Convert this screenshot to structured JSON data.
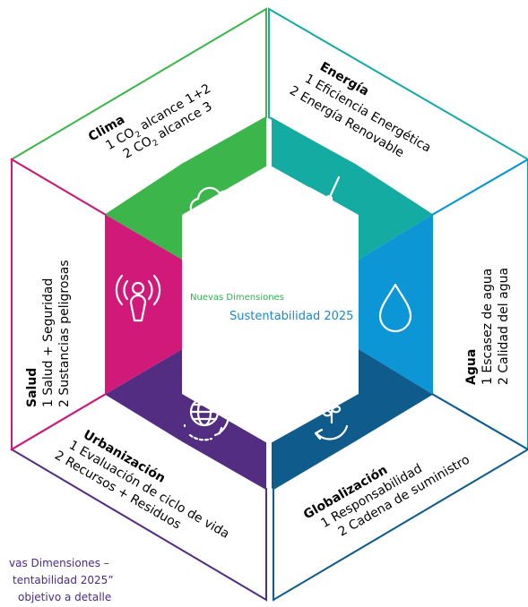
{
  "center": {
    "line1": "Nuevas Dimensiones",
    "line2": "Sustentabilidad 2025",
    "line1_color": "#2fb14a",
    "line2_color": "#1a88c9"
  },
  "segments": {
    "clima": {
      "title": "Clima",
      "item1_num": "1",
      "item1_pre": "CO",
      "item1_sub": "2",
      "item1_post": " alcance 1+2",
      "item2_num": "2",
      "item2_pre": "CO",
      "item2_sub": "2",
      "item2_post": " alcance 3",
      "icon": "co2-cloud-icon",
      "icon_label": "CO₂",
      "color": "#3cb54a",
      "outline": "#3cb54a"
    },
    "energia": {
      "title": "Energía",
      "item1": "1 Eficiencia Energética",
      "item2": "2 Energía Renovable",
      "icon": "wind-turbine-icon",
      "color": "#14aba3",
      "outline": "#14aba3"
    },
    "agua": {
      "title": "Agua",
      "item1": "1 Escasez de agua",
      "item2": "2 Calidad del agua",
      "icon": "water-drop-icon",
      "color": "#0c96d5",
      "outline": "#0c96d5"
    },
    "globalizacion": {
      "title": "Globalización",
      "item1": "1 Responsabilidad",
      "item2": "2 Cadena de suministro",
      "icon": "plant-cycle-icon",
      "color": "#0e5b8c",
      "outline": "#0e5b8c"
    },
    "urbanizacion": {
      "title": "Urbanización",
      "item1": "1 Evaluación de ciclo de vida",
      "item2": "2 Recursos + Residuos",
      "icon": "globe-cycle-icon",
      "color": "#522d82",
      "outline": "#522d82"
    },
    "salud": {
      "title": "Salud",
      "item1": "1 Salud + Seguridad",
      "item2": "2 Sustancias peligrosas",
      "icon": "hazard-person-icon",
      "color": "#d1197a",
      "outline": "#d1197a"
    }
  },
  "caption": {
    "line1": "vas Dimensiones –",
    "line2": "tentabilidad 2025”",
    "line3": "objetivo a detalle"
  }
}
